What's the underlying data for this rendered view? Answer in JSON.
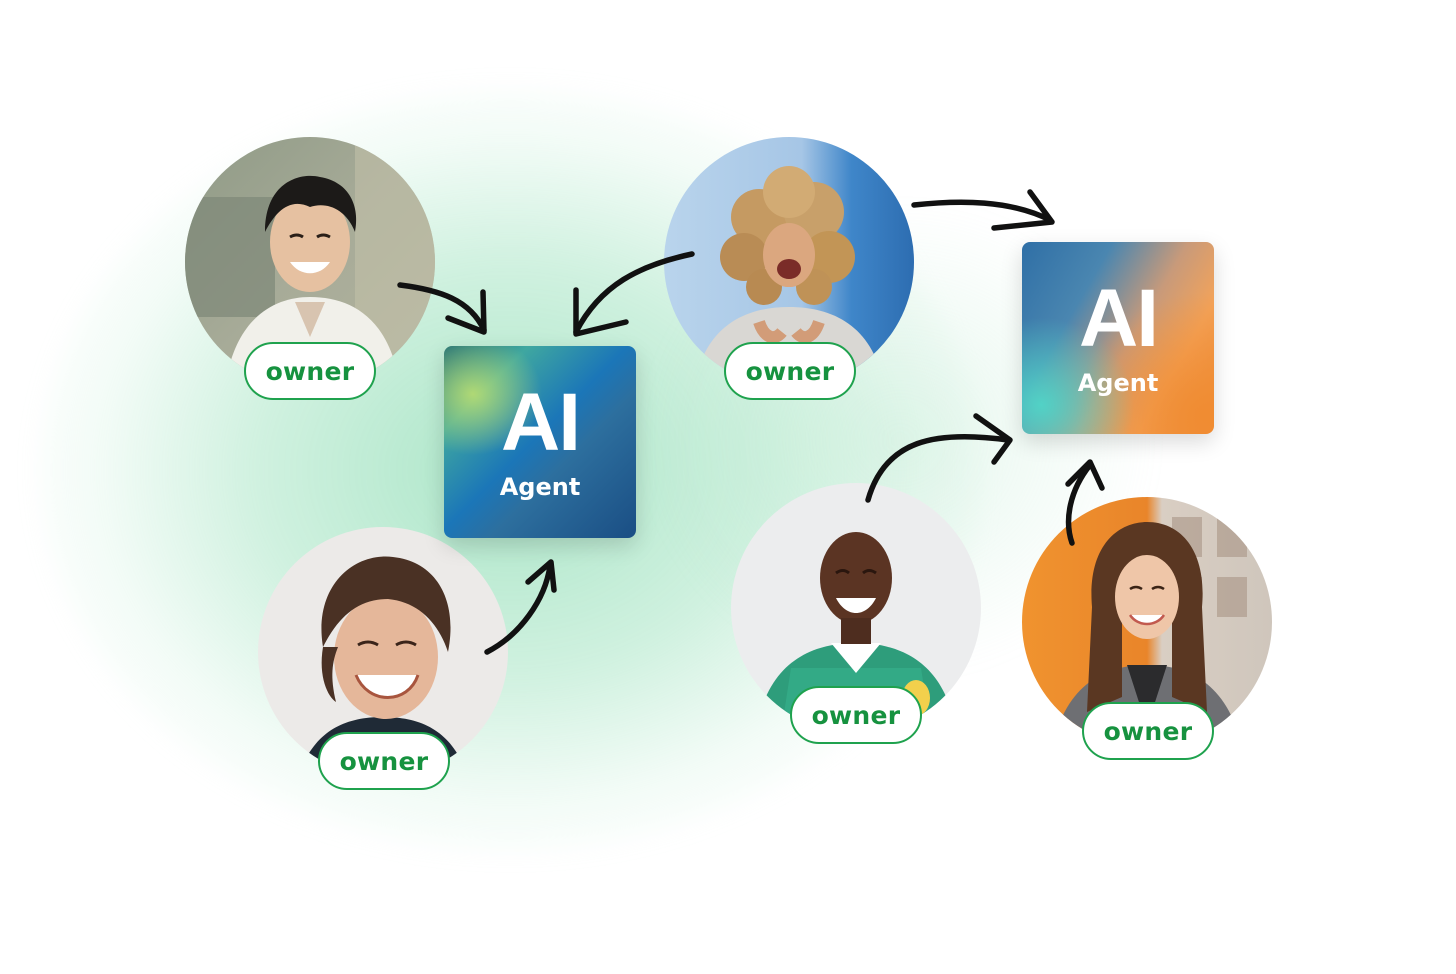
{
  "agents": [
    {
      "title": "AI",
      "subtitle": "Agent"
    },
    {
      "title": "AI",
      "subtitle": "Agent"
    }
  ],
  "owners": [
    {
      "label": "owner",
      "avatar": "smiling-man-avatar"
    },
    {
      "label": "owner",
      "avatar": "curly-hair-woman-avatar"
    },
    {
      "label": "owner",
      "avatar": "laughing-person-avatar"
    },
    {
      "label": "owner",
      "avatar": "man-green-jersey-avatar"
    },
    {
      "label": "owner",
      "avatar": "woman-gray-blazer-avatar"
    }
  ],
  "colors": {
    "badge_border": "#1fa24e",
    "badge_text": "#16923f",
    "glow": "#8fdcb6",
    "arrow": "#111111"
  }
}
